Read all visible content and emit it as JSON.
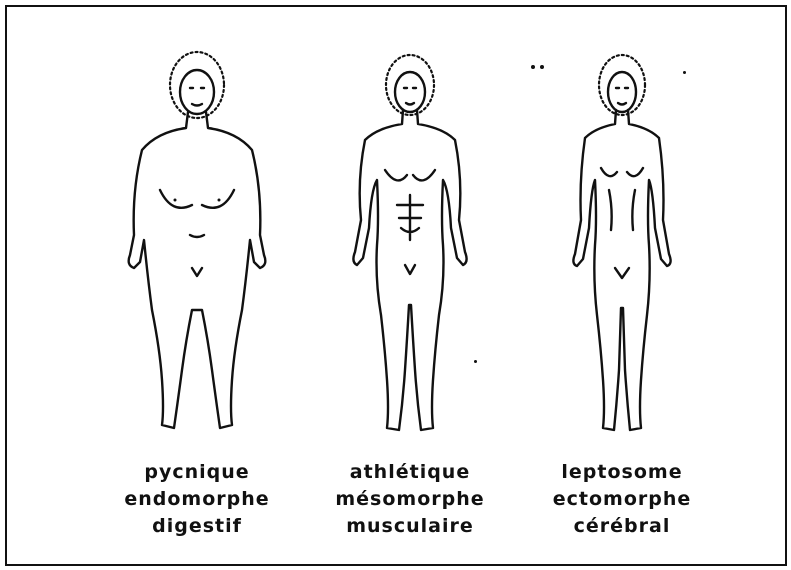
{
  "types": [
    {
      "name": "pycnique",
      "morph": "endomorphe",
      "temperament": "digestif"
    },
    {
      "name": "athlétique",
      "morph": "mésomorphe",
      "temperament": "musculaire"
    },
    {
      "name": "leptosome",
      "morph": "ectomorphe",
      "temperament": "cérébral"
    }
  ]
}
